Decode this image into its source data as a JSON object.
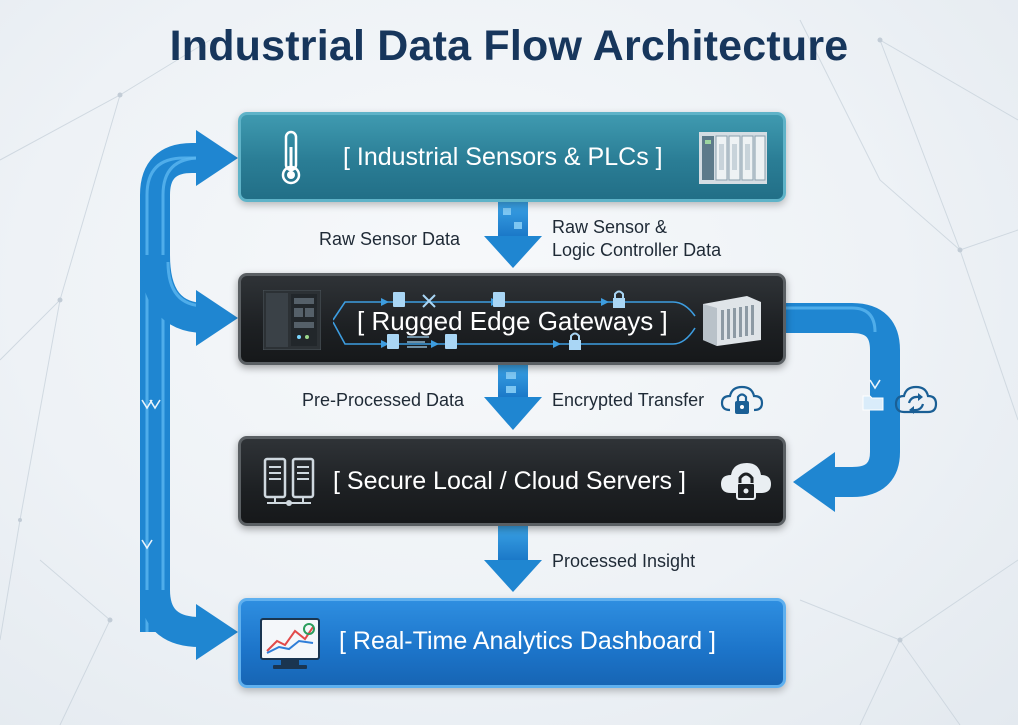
{
  "title": "Industrial Data Flow Architecture",
  "colors": {
    "title": "#17365c",
    "arrow_blue": "#1f86d1",
    "sensors_box": "#2a7d95",
    "dark_box": "#1d2023",
    "dashboard_box": "#1c74c9",
    "label_text": "#1f2a36"
  },
  "nodes": {
    "sensors": {
      "label": "[ Industrial Sensors & PLCs ]",
      "icons": [
        "thermometer-icon",
        "plc-rack-icon"
      ]
    },
    "gateways": {
      "label": "[ Rugged Edge Gateways ]",
      "icons": [
        "edge-gateway-device-icon",
        "document-icon",
        "shuffle-icon",
        "lock-icon",
        "server-rack-icon"
      ]
    },
    "servers": {
      "label": "[ Secure Local / Cloud Servers ]",
      "icons": [
        "server-tower-icon",
        "cloud-lock-icon"
      ]
    },
    "dashboard": {
      "label": "[ Real-Time Analytics Dashboard ]",
      "icons": [
        "monitor-chart-icon"
      ]
    }
  },
  "flows": {
    "sensors_to_gateways_left": "Raw Sensor Data",
    "sensors_to_gateways_right_line1": "Raw Sensor &",
    "sensors_to_gateways_right_line2": "Logic Controller Data",
    "gateways_to_servers_left": "Pre-Processed Data",
    "gateways_to_servers_right": "Encrypted Transfer",
    "servers_to_dashboard": "Processed Insight"
  },
  "side_icons": [
    "cloud-lock-icon",
    "folder-icon",
    "cloud-sync-icon"
  ]
}
